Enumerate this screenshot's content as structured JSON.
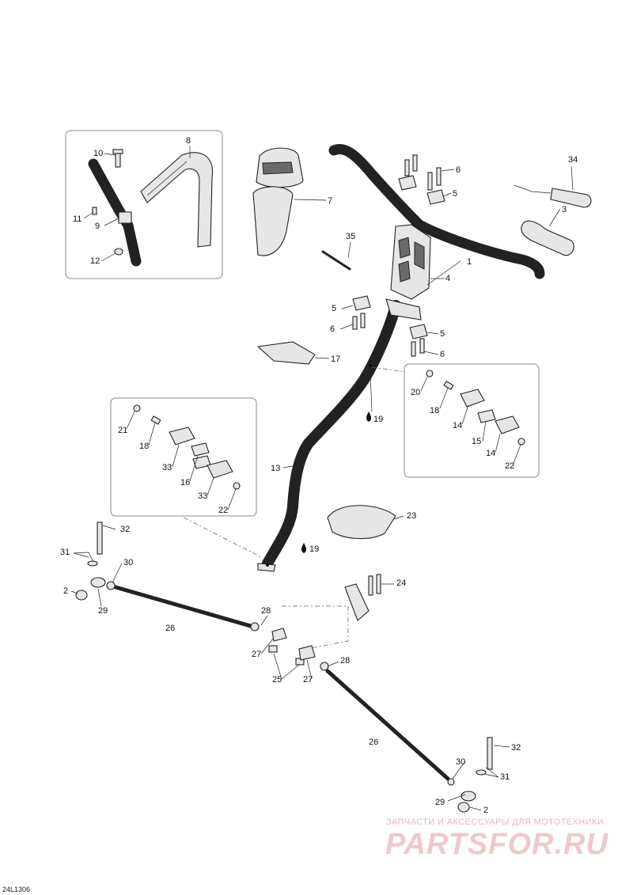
{
  "drawing_code": "24L1306",
  "watermark": {
    "tagline": "ЗАПЧАСТИ И АКСЕССУАРЫ ДЛЯ МОТОТЕХНИКИ",
    "brand": "PARTSFOR.RU"
  },
  "callouts": {
    "c1": "1",
    "c2a": "2",
    "c2b": "2",
    "c3": "3",
    "c4": "4",
    "c5a": "5",
    "c5b": "5",
    "c5c": "5",
    "c6a": "6",
    "c6b": "6",
    "c6c": "6",
    "c7": "7",
    "c8": "8",
    "c9": "9",
    "c10": "10",
    "c11": "11",
    "c12": "12",
    "c13": "13",
    "c14a": "14",
    "c14b": "14",
    "c15": "15",
    "c16": "16",
    "c17": "17",
    "c18a": "18",
    "c18b": "18",
    "c19a": "19",
    "c19b": "19",
    "c20": "20",
    "c21": "21",
    "c22a": "22",
    "c22b": "22",
    "c23": "23",
    "c24": "24",
    "c25": "25",
    "c26a": "26",
    "c26b": "26",
    "c27a": "27",
    "c27b": "27",
    "c28a": "28",
    "c28b": "28",
    "c29a": "29",
    "c29b": "29",
    "c30a": "30",
    "c30b": "30",
    "c31a": "31",
    "c31b": "31",
    "c32a": "32",
    "c32b": "32",
    "c33a": "33",
    "c33b": "33",
    "c34": "34",
    "c35": "35"
  },
  "colors": {
    "line": "#222222",
    "frame": "#888888",
    "watermark": "#f0c8cb"
  }
}
